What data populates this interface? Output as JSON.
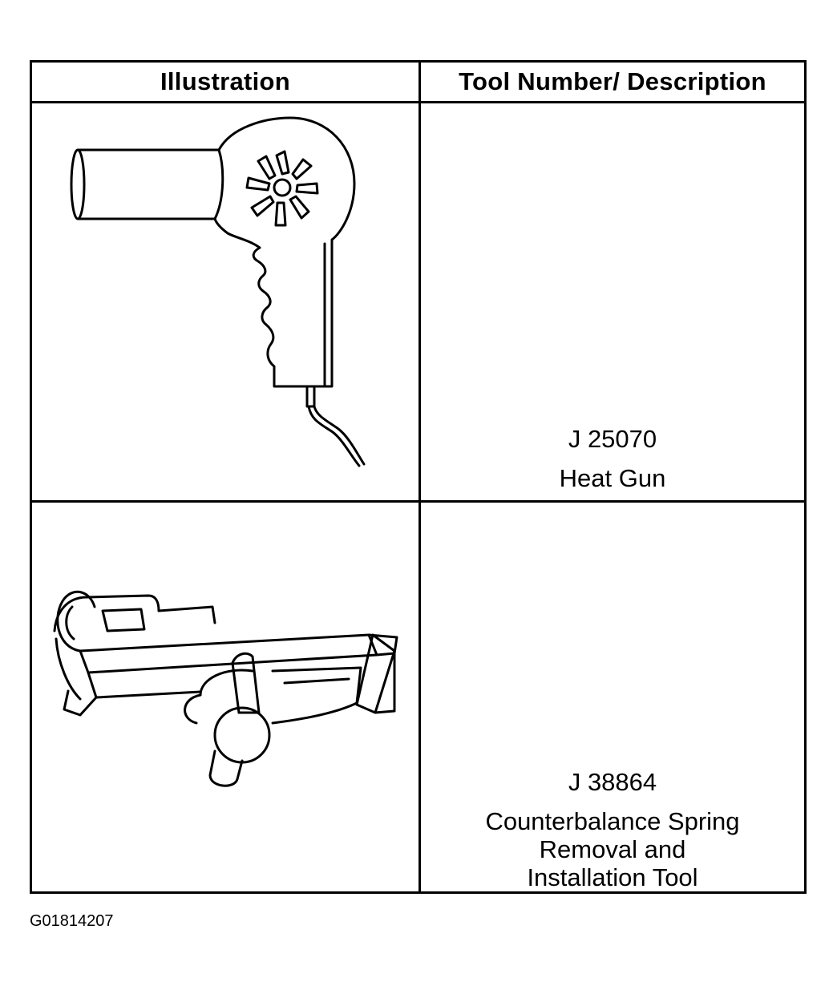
{
  "table": {
    "headers": [
      "Illustration",
      "Tool Number/ Description"
    ],
    "rows": [
      {
        "tool_number": "J 25070",
        "description_lines": [
          "Heat Gun"
        ],
        "icon": "heat-gun-icon"
      },
      {
        "tool_number": "J 38864",
        "description_lines": [
          "Counterbalance Spring",
          "Removal and",
          "Installation Tool"
        ],
        "icon": "spring-tool-icon"
      }
    ]
  },
  "figure_code": "G01814207"
}
